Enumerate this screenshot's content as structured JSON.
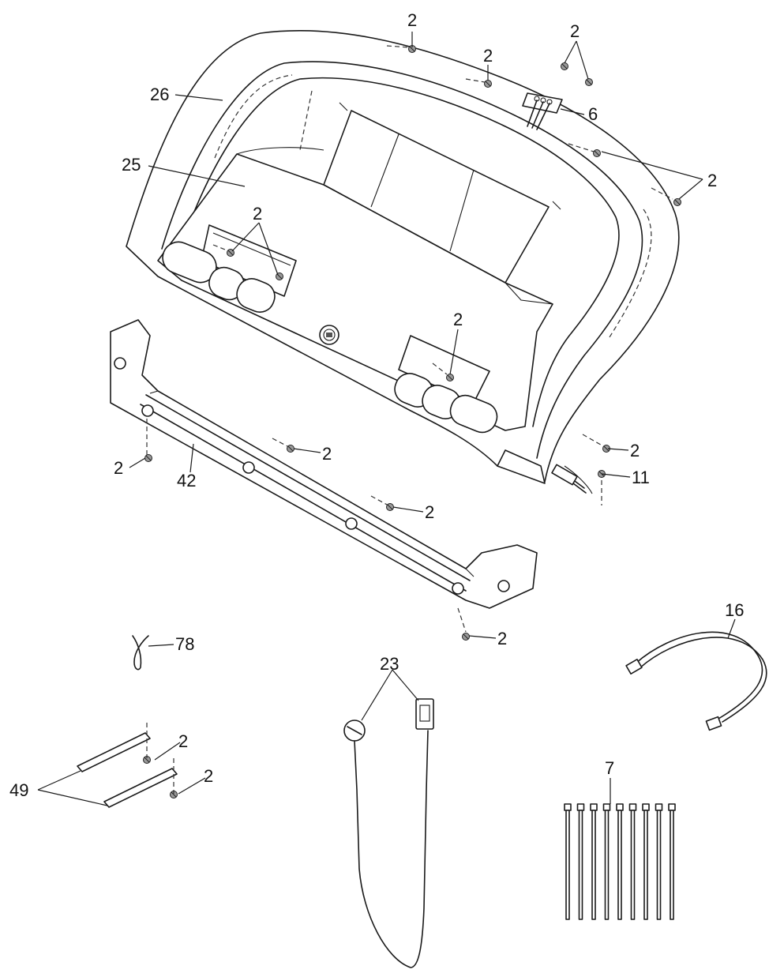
{
  "diagram": {
    "callouts": {
      "c2_top": "2",
      "c2_topright": "2",
      "c2_top2": "2",
      "c6": "6",
      "c26": "26",
      "c25": "25",
      "c2_right": "2",
      "c2_inner_left": "2",
      "c2_inner_right": "2",
      "c2_lower_right": "2",
      "c11": "11",
      "c2_bracket_left": "2",
      "c42": "42",
      "c2_bracket_mid": "2",
      "c2_bracket_mid2": "2",
      "c2_bracket_end": "2",
      "c78": "78",
      "c23": "23",
      "c16": "16",
      "c2_strip1": "2",
      "c2_strip2": "2",
      "c49": "49",
      "c7": "7"
    }
  }
}
